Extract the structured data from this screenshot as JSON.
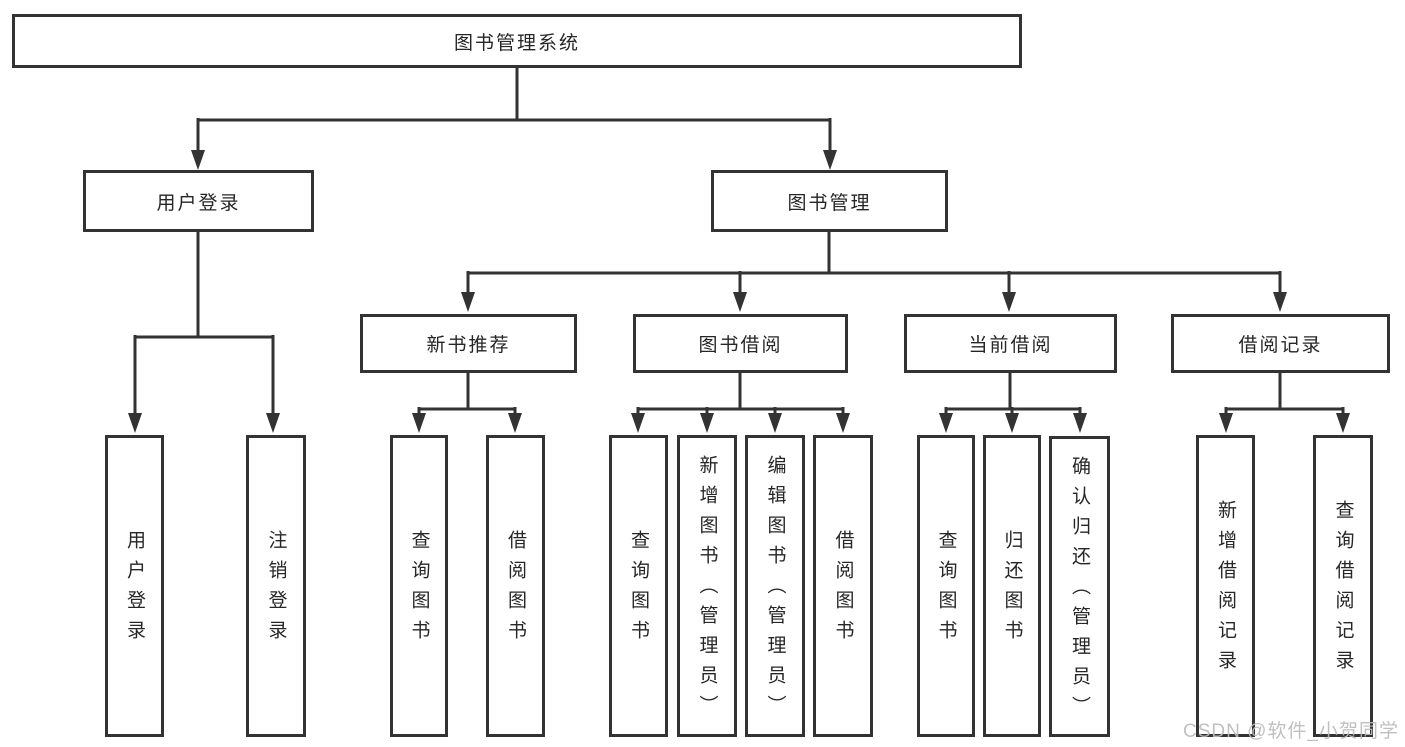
{
  "tree": {
    "root": {
      "label": "图书管理系统",
      "children": [
        {
          "label": "用户登录",
          "children": [
            {
              "label": "用户登录"
            },
            {
              "label": "注销登录"
            }
          ]
        },
        {
          "label": "图书管理",
          "children": [
            {
              "label": "新书推荐",
              "children": [
                {
                  "label": "查询图书"
                },
                {
                  "label": "借阅图书"
                }
              ]
            },
            {
              "label": "图书借阅",
              "children": [
                {
                  "label": "查询图书"
                },
                {
                  "label": "新增图书（管理员）"
                },
                {
                  "label": "编辑图书（管理员）"
                },
                {
                  "label": "借阅图书"
                }
              ]
            },
            {
              "label": "当前借阅",
              "children": [
                {
                  "label": "查询图书"
                },
                {
                  "label": "归还图书"
                },
                {
                  "label": "确认归还（管理员）"
                }
              ]
            },
            {
              "label": "借阅记录",
              "children": [
                {
                  "label": "新增借阅记录"
                },
                {
                  "label": "查询借阅记录"
                }
              ]
            }
          ]
        }
      ]
    }
  },
  "watermark": {
    "text": "CSDN @软件_小贺同学"
  },
  "colors": {
    "line": "#333333",
    "text": "#262626",
    "box_background": "#ffffff",
    "watermark": "#bbbbbb",
    "background": "#ffffff"
  }
}
